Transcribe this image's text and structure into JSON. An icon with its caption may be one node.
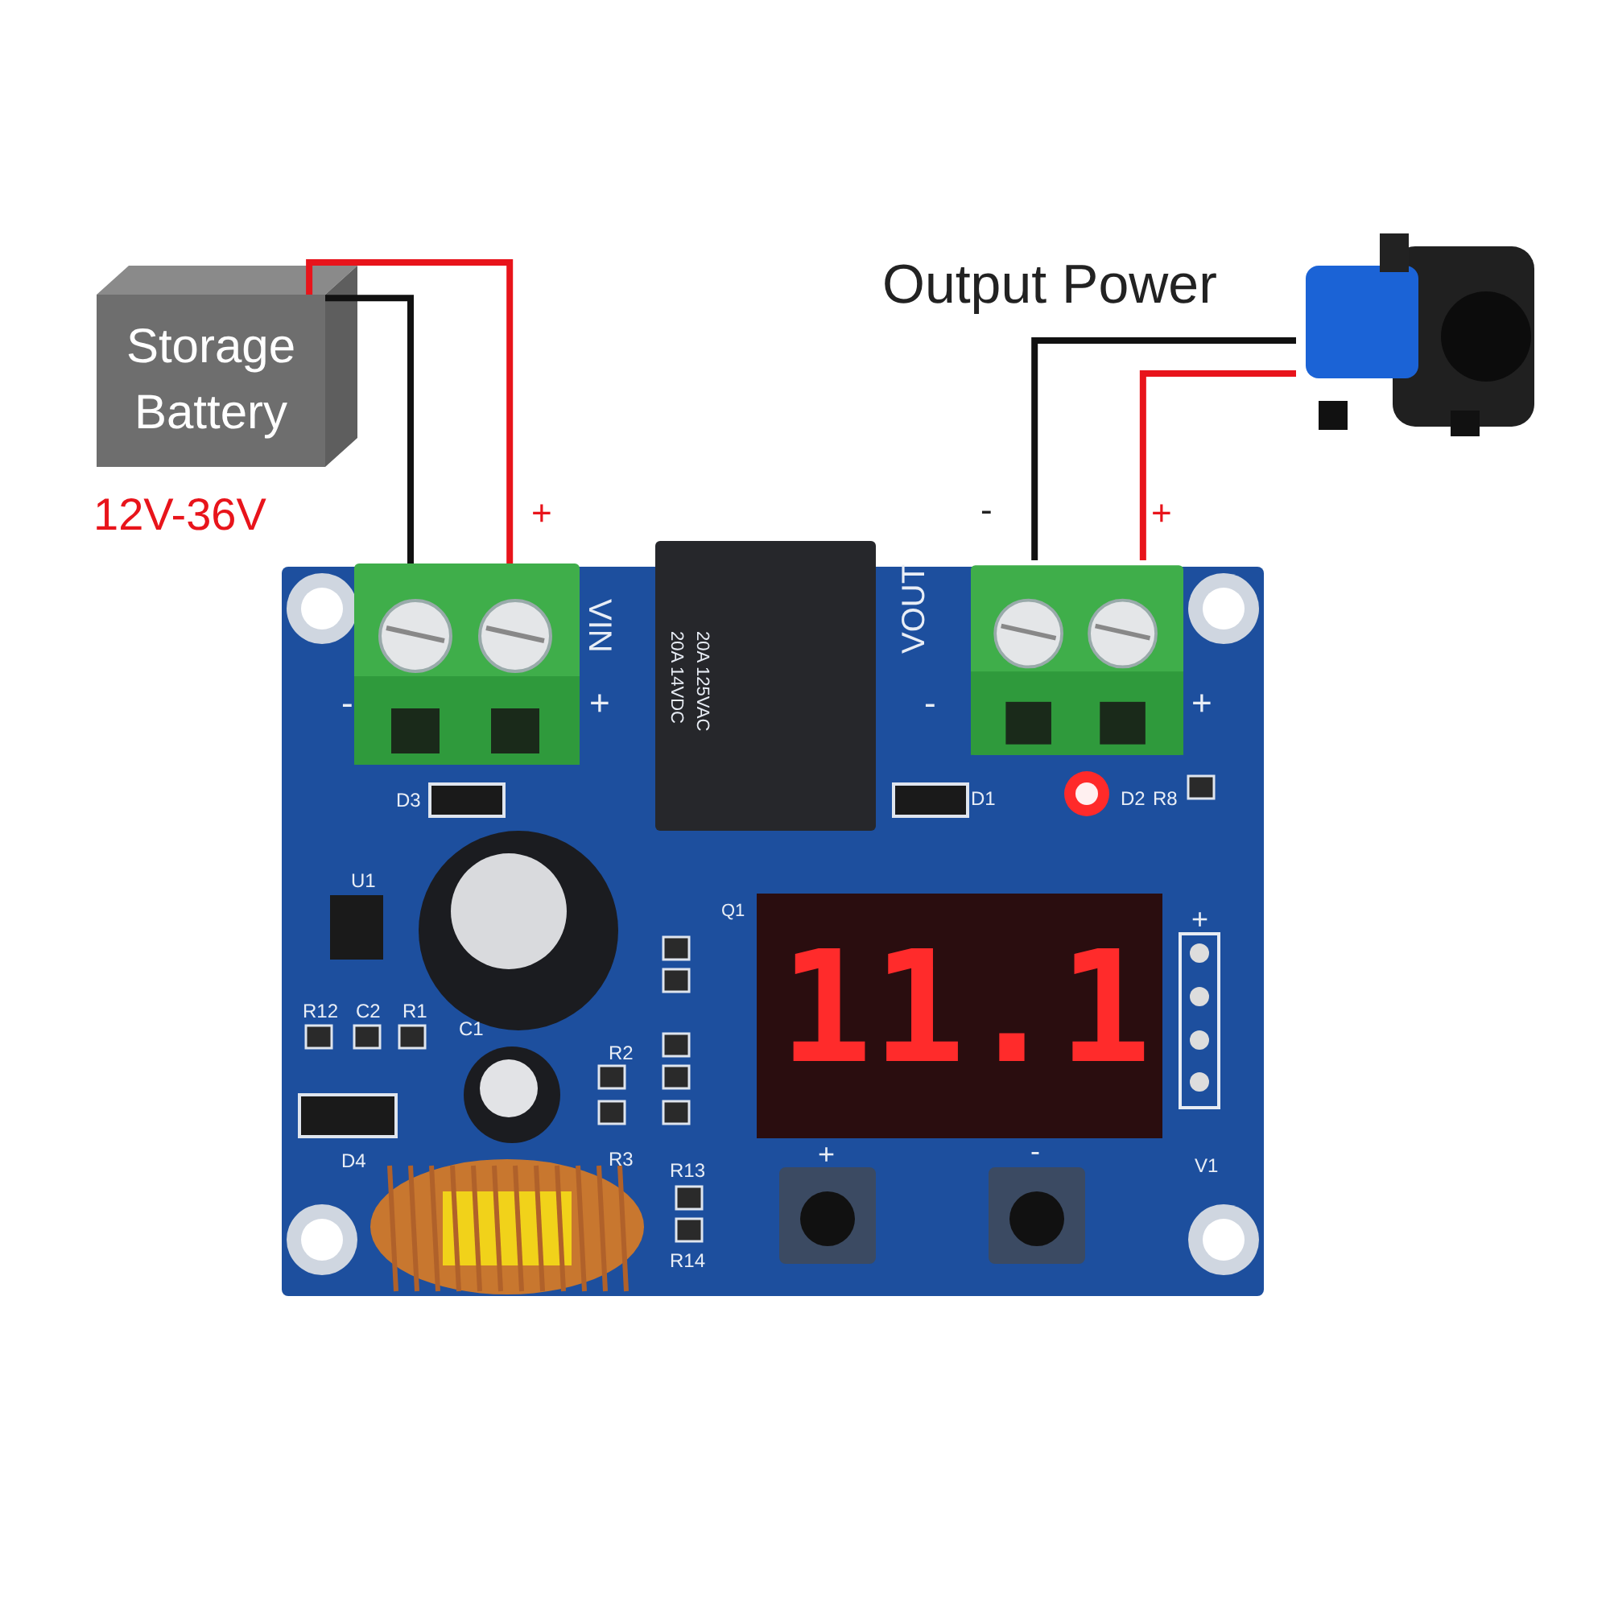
{
  "diagram": {
    "nodes": [
      {
        "text": [
          "Storage Battery"
        ]
      },
      {
        "text": [],
        "shape": "picture",
        "beside": [
          "VIN",
          "-",
          "+"
        ]
      },
      {
        "text": [],
        "shape": "picture",
        "beside": [
          "VOUT",
          "-",
          "+"
        ]
      },
      {
        "text": [],
        "shape": "picture"
      }
    ],
    "edges": [
      {
        "from": 0,
        "to": 1,
        "arrow": "none",
        "color": "#111111"
      },
      {
        "from": 0,
        "to": 1,
        "arrow": "none",
        "color": "#e8141b"
      },
      {
        "from": 2,
        "to": 3,
        "arrow": "none",
        "color": "#111111"
      },
      {
        "from": 2,
        "to": 3,
        "arrow": "none",
        "color": "#e8141b"
      }
    ],
    "labels": [
      "Output Power",
      "12V-36V",
      "+",
      "-",
      "+",
      "20A 14VDC",
      "20A 125VAC",
      "D3",
      "D1",
      "D2",
      "R8",
      "U1",
      "Q1",
      "+",
      "R12",
      "C2",
      "R1",
      "C1",
      "R2",
      "11.1",
      "D4",
      "R3",
      "+",
      "-",
      "R13",
      "V1",
      "R14"
    ]
  }
}
